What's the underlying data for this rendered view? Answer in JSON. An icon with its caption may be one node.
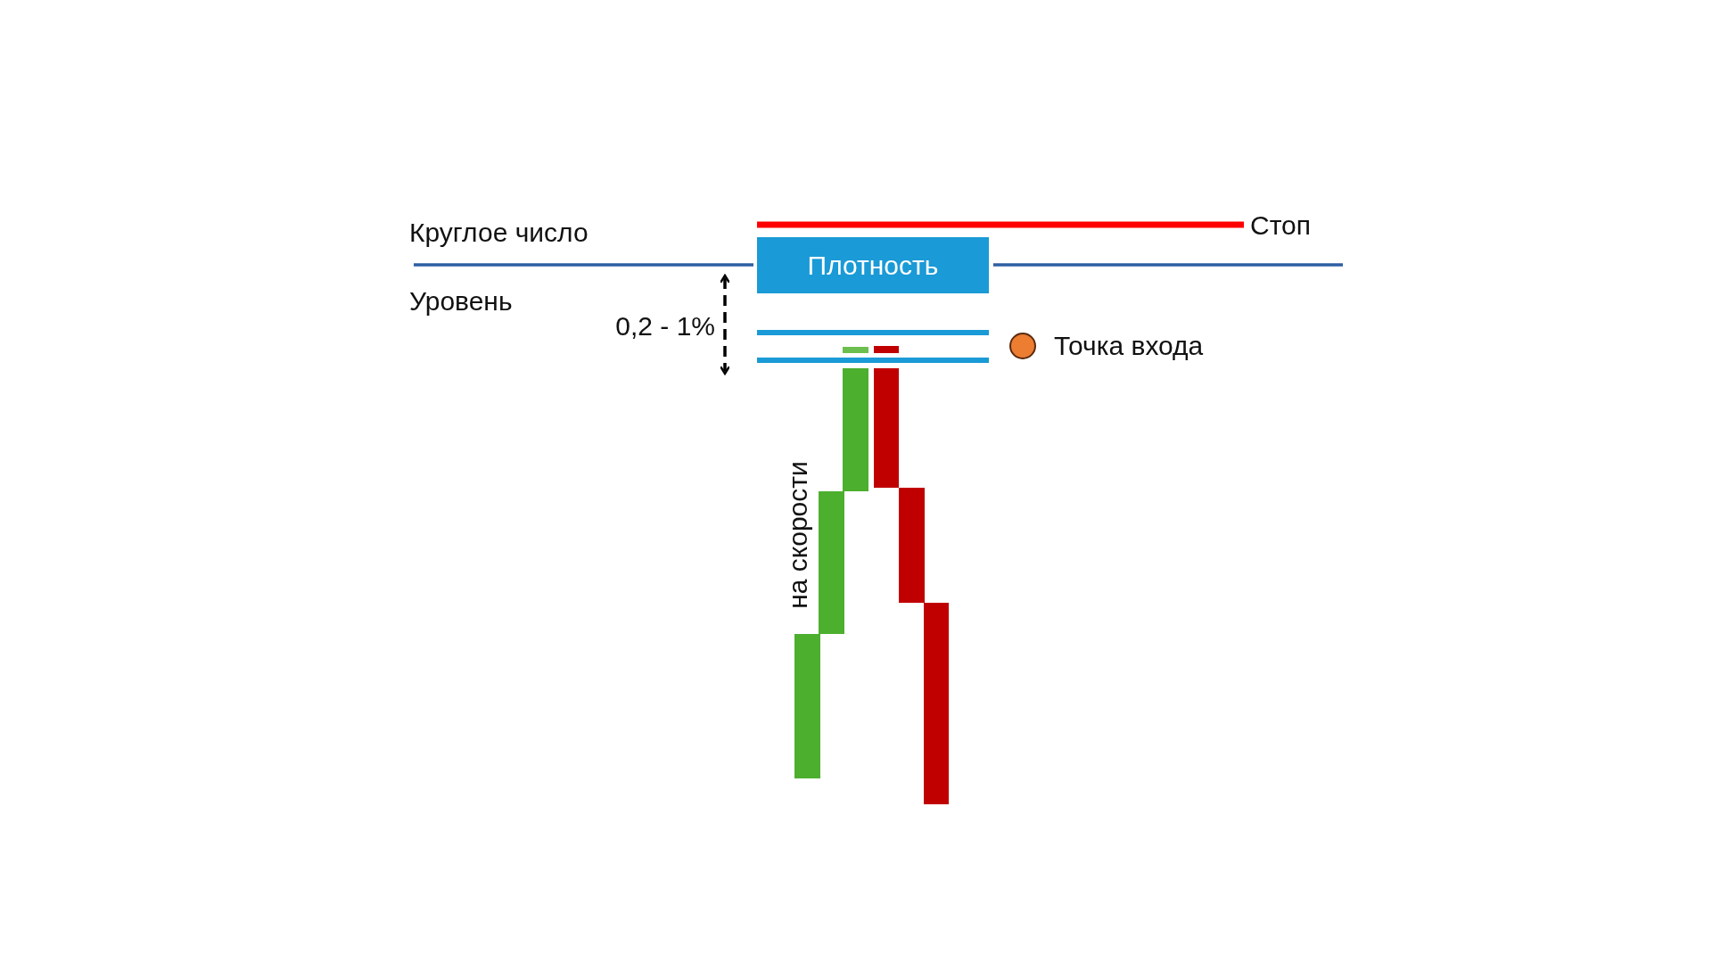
{
  "diagram": {
    "nodes": [
      {
        "text": [
          "Плотность"
        ]
      }
    ],
    "labels": [
      "Круглое число",
      "Стоп",
      "Уровень",
      "0,2 - 1%",
      "на скорости"
    ],
    "legend": [
      {
        "text": "Точка входа",
        "color": "#ed7d31"
      }
    ]
  }
}
